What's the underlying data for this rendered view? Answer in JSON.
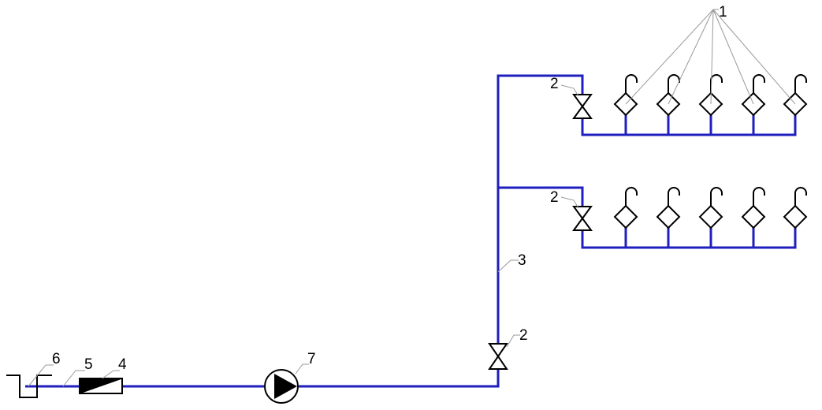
{
  "labels": {
    "sprinkler": "1",
    "valve": "2",
    "riser": "3",
    "meter": "4",
    "supply_pipe": "5",
    "source": "6",
    "pump": "7"
  },
  "colors": {
    "pipe": "#1f1fbf",
    "symbol": "#000000",
    "leader": "#9a9a9a"
  },
  "diagram": {
    "branches": [
      {
        "sprinkler_count": 5
      },
      {
        "sprinkler_count": 5
      }
    ]
  }
}
